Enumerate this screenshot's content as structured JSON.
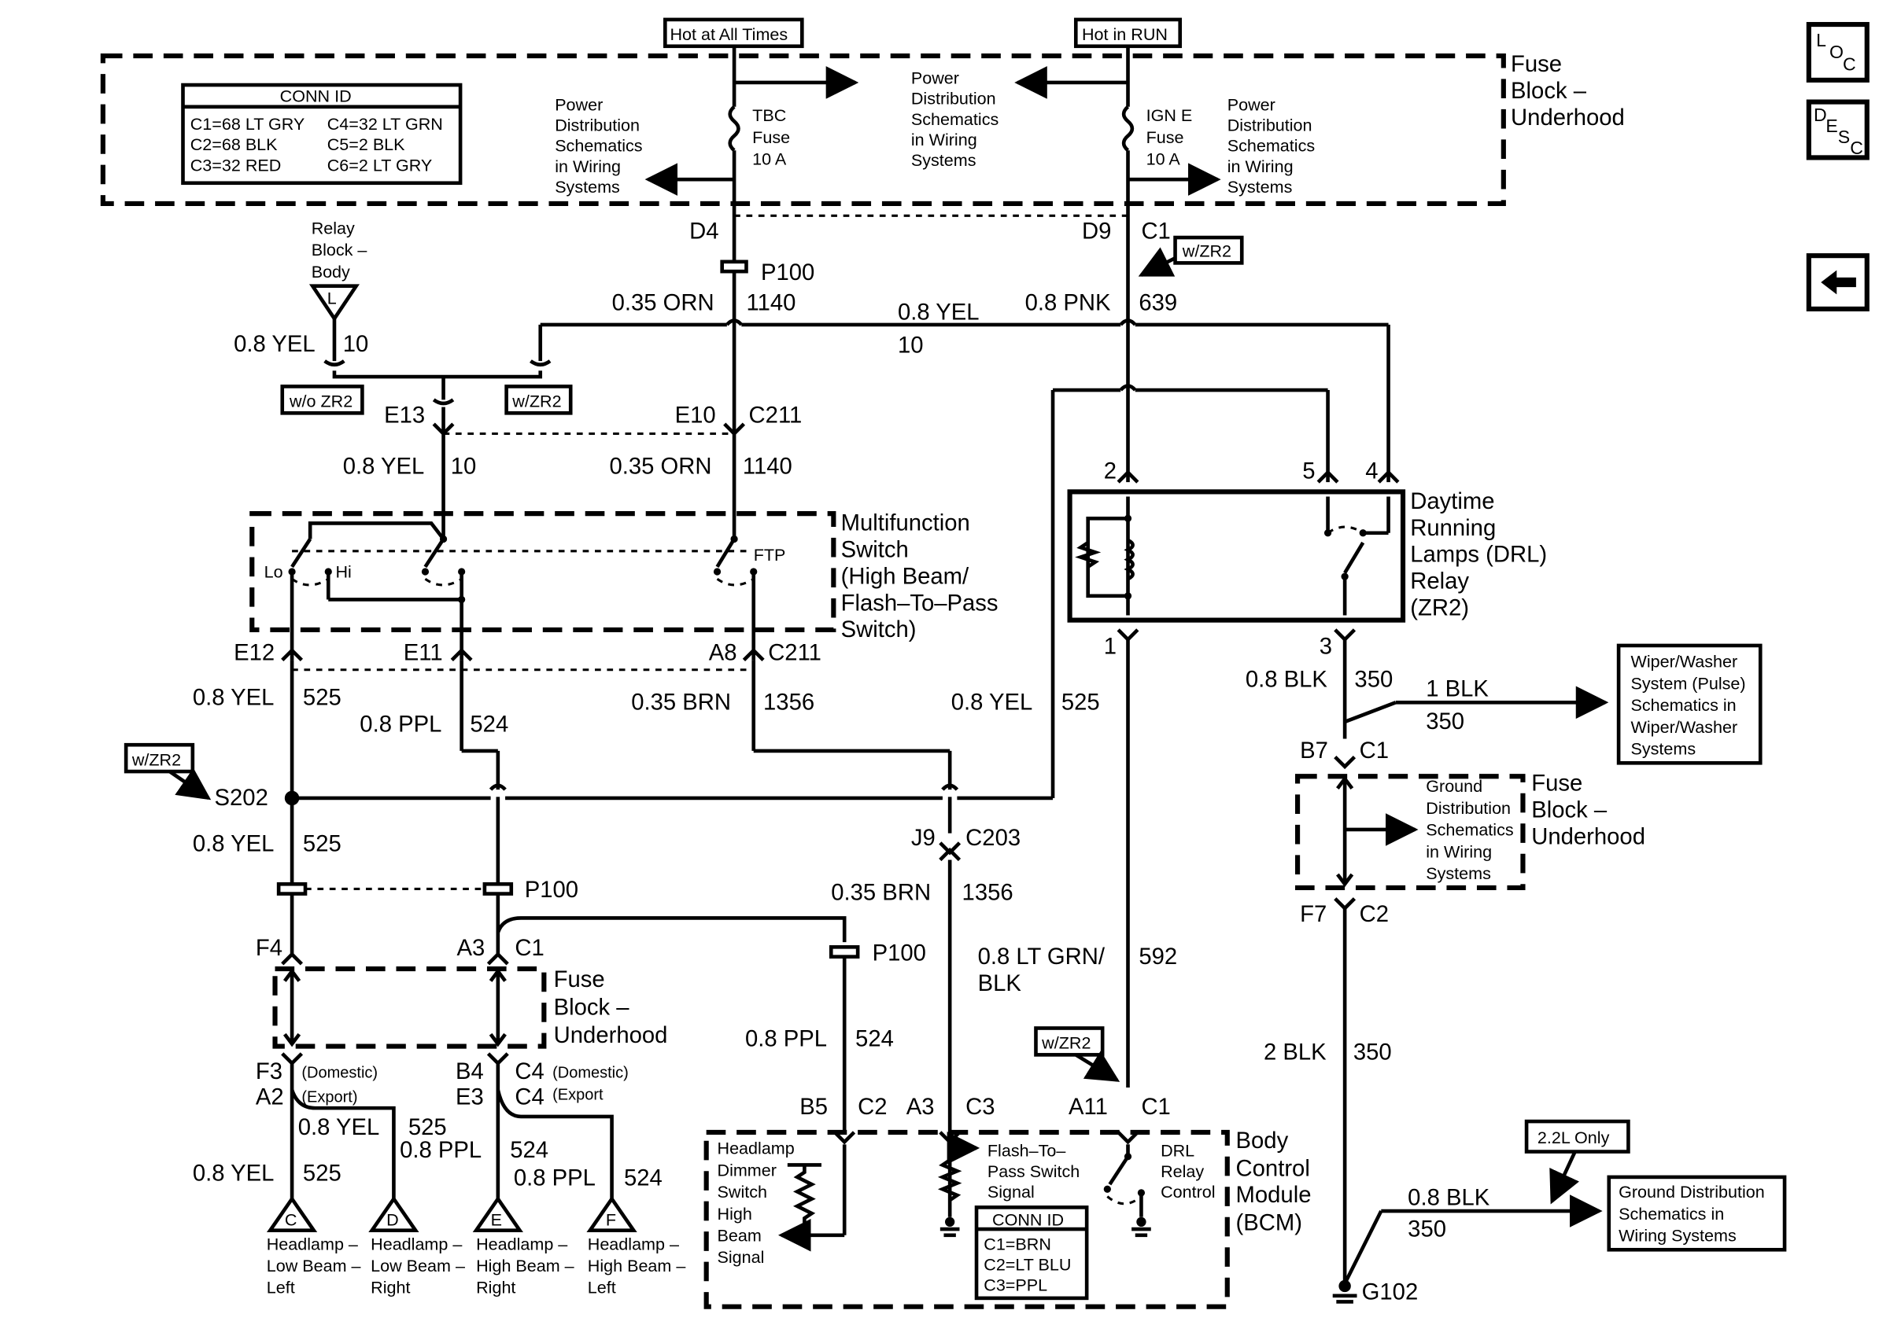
{
  "nav": {
    "loc_letters": [
      "L",
      "O",
      "C"
    ],
    "desc_letters": [
      "D",
      "E",
      "S",
      "C"
    ]
  },
  "labels": {
    "hot_all": "Hot at All Times",
    "hot_run": "Hot in RUN",
    "fuse_block_1": "Fuse",
    "fuse_block_2": "Block –",
    "fuse_block_3": "Underhood",
    "conn_title": "CONN ID",
    "conn_c1": "C1=68 LT GRY",
    "conn_c2": "C2=68 BLK",
    "conn_c3": "C3=32 RED",
    "conn_c4": "C4=32 LT GRN",
    "conn_c5": "C5=2 BLK",
    "conn_c6": "C6=2 LT GRY",
    "pd_left": [
      "Power",
      "Distribution",
      "Schematics",
      "in Wiring",
      "Systems"
    ],
    "pd_mid": [
      "Power",
      "Distribution",
      "Schematics",
      "in Wiring",
      "Systems"
    ],
    "pd_right": [
      "Power",
      "Distribution",
      "Schematics",
      "in Wiring",
      "Systems"
    ],
    "tbc": [
      "TBC",
      "Fuse",
      "10 A"
    ],
    "igne": [
      "IGN E",
      "Fuse",
      "10 A"
    ],
    "d4": "D4",
    "d9": "D9",
    "c1a": "C1",
    "p100a": "P100",
    "wzr2": "w/ZR2",
    "wozr2": "w/o ZR2",
    "relay_block": [
      "Relay",
      "Block –",
      "Body"
    ],
    "l": "L",
    "w_035orn_a": "0.35 ORN",
    "c_1140_a": "1140",
    "w_08yel_a": "0.8 YEL",
    "c_10_a": "10",
    "w_08yel_b": "0.8 YEL",
    "c_10_b": "10",
    "w_08pnk": "0.8 PNK",
    "c_639": "639",
    "e13": "E13",
    "e10": "E10",
    "c211a": "C211",
    "w_08yel_c": "0.8 YEL",
    "c_10_c": "10",
    "w_035orn_b": "0.35 ORN",
    "c_1140_b": "1140",
    "mfs": [
      "Multifunction",
      "Switch",
      "(High Beam/",
      "Flash–To–Pass",
      "Switch)"
    ],
    "lo": "Lo",
    "hi": "Hi",
    "ftp": "FTP",
    "drl": [
      "Daytime",
      "Running",
      "Lamps (DRL)",
      "Relay",
      "(ZR2)"
    ],
    "pin2": "2",
    "pin5": "5",
    "pin4": "4",
    "pin1": "1",
    "pin3": "3",
    "e12": "E12",
    "e11": "E11",
    "a8": "A8",
    "c211b": "C211",
    "w_08yel_d": "0.8 YEL",
    "c_525_a": "525",
    "w_08ppl_a": "0.8 PPL",
    "c_524_a": "524",
    "w_035brn_a": "0.35 BRN",
    "c_1356_a": "1356",
    "w_08yel_e": "0.8 YEL",
    "c_525_b": "525",
    "w_08blk_a": "0.8 BLK",
    "c_350_a": "350",
    "w_1blk": "1 BLK",
    "c_350_b": "350",
    "wiper": [
      "Wiper/Washer",
      "System (Pulse)",
      "Schematics in",
      "Wiper/Washer",
      "Systems"
    ],
    "b7": "B7",
    "c1b": "C1",
    "gd1": [
      "Ground",
      "Distribution",
      "Schematics",
      "in Wiring",
      "Systems"
    ],
    "s202": "S202",
    "j9": "J9",
    "c203": "C203",
    "w_08yel_f": "0.8 YEL",
    "c_525_c": "525",
    "p100b": "P100",
    "w_035brn_b": "0.35 BRN",
    "c_1356_b": "1356",
    "f7": "F7",
    "c2a": "C2",
    "f4": "F4",
    "a3a": "A3",
    "c1c": "C1",
    "p100c": "P100",
    "w_08ltgrn": "0.8 LT GRN/",
    "w_blk": "BLK",
    "c_592": "592",
    "w_08ppl_b": "0.8 PPL",
    "c_524_b": "524",
    "w_2blk": "2 BLK",
    "c_350_c": "350",
    "f3": "F3",
    "a2": "A2",
    "domestic_a": "(Domestic)",
    "export_a": "(Export)",
    "b4": "B4",
    "e3": "E3",
    "c4a": "C4",
    "c4b": "C4",
    "domestic_b": "(Domestic)",
    "export_b": "(Export",
    "w_08yel_g": "0.8 YEL",
    "c_525_d": "525",
    "w_08ppl_c": "0.8 PPL",
    "c_524_c": "524",
    "w_08yel_h": "0.8 YEL",
    "c_525_e": "525",
    "w_08ppl_d": "0.8 PPL",
    "c_524_d": "524",
    "b5": "B5",
    "c2b": "C2",
    "a3b": "A3",
    "c3": "C3",
    "a11": "A11",
    "c1d": "C1",
    "bcm": [
      "Body",
      "Control",
      "Module",
      "(BCM)"
    ],
    "hds": [
      "Headlamp",
      "Dimmer",
      "Switch",
      "High",
      "Beam",
      "Signal"
    ],
    "fps": [
      "Flash–To–",
      "Pass Switch",
      "Signal"
    ],
    "drlc": [
      "DRL",
      "Relay",
      "Control"
    ],
    "conn2_title": "CONN ID",
    "conn2": [
      "C1=BRN",
      "C2=LT BLU",
      "C3=PPL"
    ],
    "only22": "2.2L Only",
    "w_08blk_b": "0.8 BLK",
    "c_350_d": "350",
    "gd2": [
      "Ground Distribution",
      "Schematics in",
      "Wiring Systems"
    ],
    "g102": "G102",
    "lamp_c": "C",
    "lamp_d": "D",
    "lamp_e": "E",
    "lamp_f": "F",
    "hl_c": [
      "Headlamp –",
      "Low Beam –",
      "Left"
    ],
    "hl_d": [
      "Headlamp –",
      "Low Beam –",
      "Right"
    ],
    "hl_e": [
      "Headlamp –",
      "High Beam –",
      "Right"
    ],
    "hl_f": [
      "Headlamp –",
      "High Beam –",
      "Left"
    ]
  }
}
